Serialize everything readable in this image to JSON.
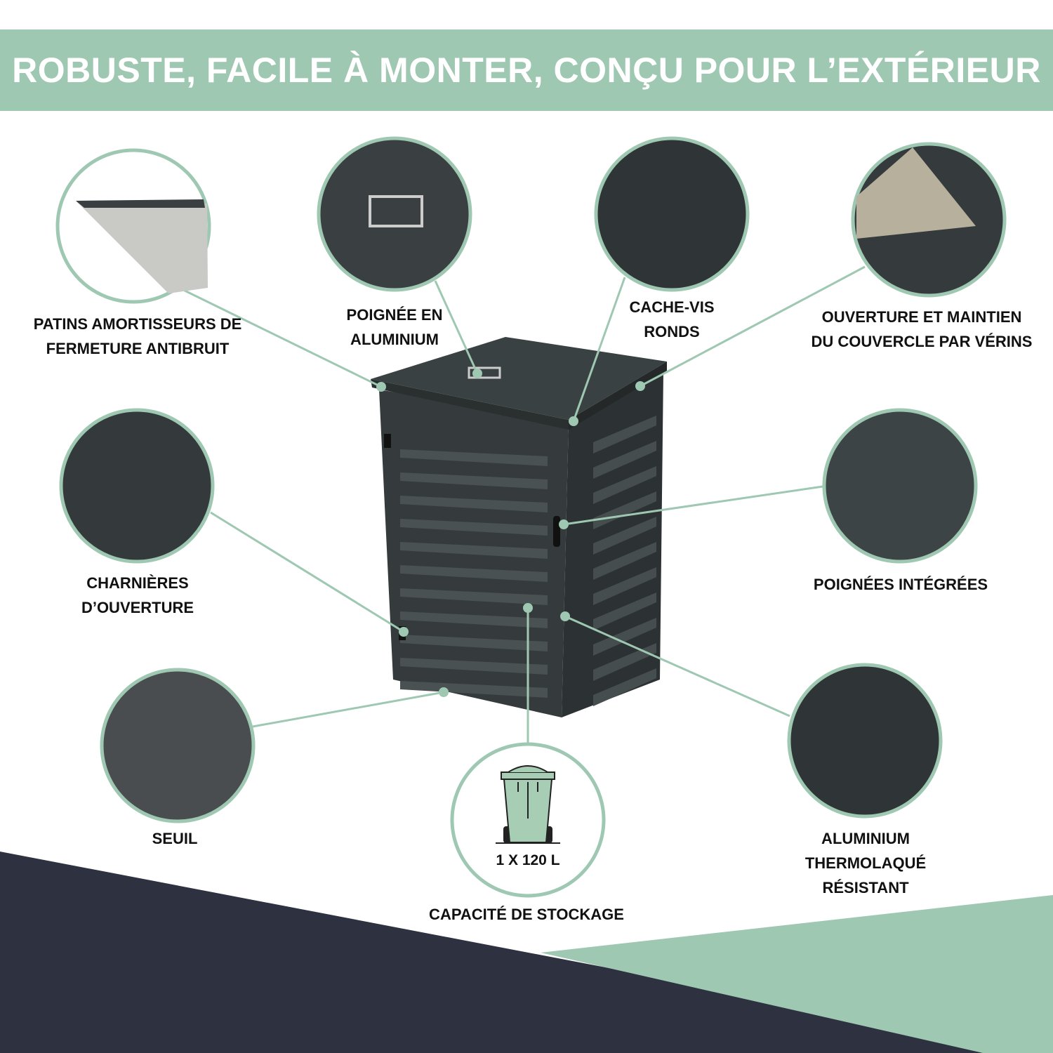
{
  "header": {
    "title": "ROBUSTE, FACILE À MONTER, CONÇU POUR L’EXTÉRIEUR"
  },
  "features": [
    {
      "label": [
        "PATINS AMORTISSEURS DE",
        "FERMETURE ANTIBRUIT"
      ]
    },
    {
      "label": [
        "POIGNÉE EN",
        "ALUMINIUM"
      ]
    },
    {
      "label": [
        "CACHE-VIS",
        "RONDS"
      ]
    },
    {
      "label": [
        "OUVERTURE ET MAINTIEN",
        "DU COUVERCLE PAR VÉRINS"
      ]
    },
    {
      "label": [
        "CHARNIÈRES",
        "D’OUVERTURE"
      ]
    },
    {
      "label": [
        "POIGNÉES INTÉGRÉES"
      ]
    },
    {
      "label": [
        "SEUIL"
      ]
    },
    {
      "label": [
        "ALUMINIUM",
        "THERMOLAQUÉ",
        "RÉSISTANT"
      ]
    }
  ],
  "capacity": {
    "value": "1 X 120 L",
    "label": "CAPACITÉ DE STOCKAGE"
  },
  "colors": {
    "accent": "#9fc8b3",
    "dark": "#2e3240",
    "product": "#353b3c"
  }
}
